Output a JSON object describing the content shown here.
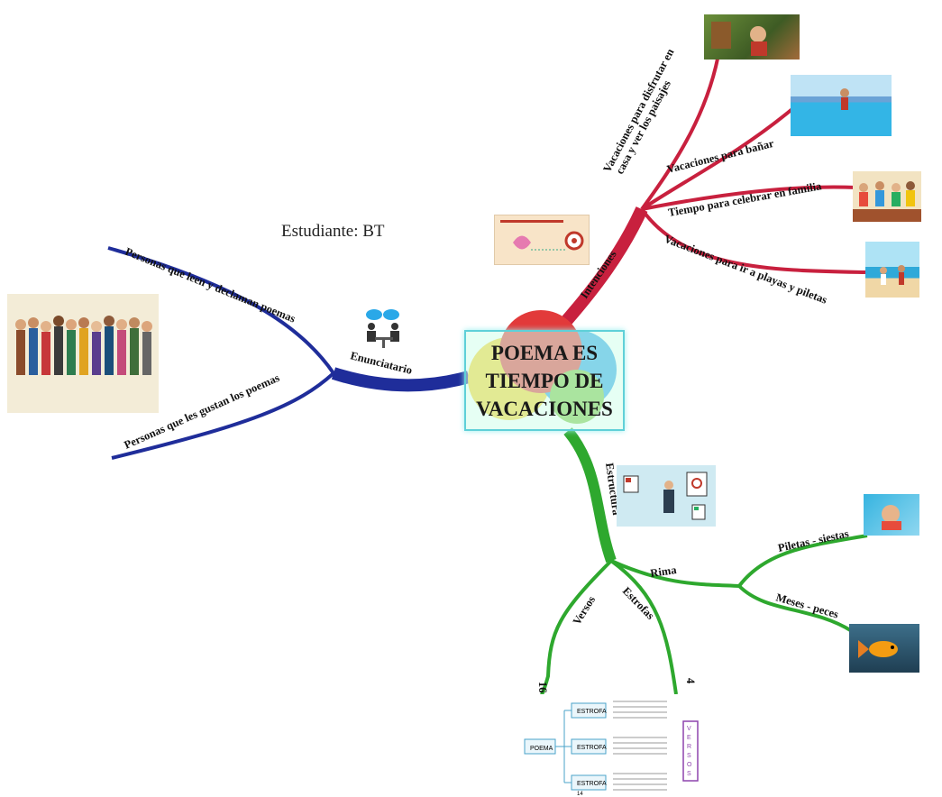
{
  "student": "Estudiante: BT",
  "center": {
    "line1": "POEMA ES",
    "line2": "TIEMPO DE",
    "line3": "VACACIONES"
  },
  "branches": {
    "enunciatario": {
      "label": "Enunciatario",
      "children": [
        "Personas que leen y declaman poemas",
        "Personas que les gustan los  poemas"
      ],
      "color": "#1f2d9a"
    },
    "intenciones": {
      "label": "Intenciones",
      "children": [
        {
          "line1": "Vacaciones para disfrutar en",
          "line2": "casa y ver los paisajes"
        },
        "Vacaciones para bañar",
        "Tiempo  para celebrar en familia",
        "Vacaciones para ir a playas y piletas"
      ],
      "color": "#c8203e"
    },
    "estructura": {
      "label": "Estructura",
      "children": [
        {
          "label": "Rima",
          "children": [
            "Piletas - siestas",
            "Meses  - peces"
          ]
        },
        {
          "label": "Estrofas",
          "value": "4"
        },
        {
          "label": "Versos",
          "value": "16"
        }
      ],
      "color": "#2ea82e"
    }
  },
  "poem_chart": {
    "root": "POEMA",
    "stanza": "ESTROFA",
    "side": [
      "V",
      "E",
      "R",
      "S",
      "O",
      "S"
    ],
    "footer": "14"
  },
  "colors": {
    "blue": "#1f2d9a",
    "red": "#c8203e",
    "green": "#2ea82e"
  }
}
